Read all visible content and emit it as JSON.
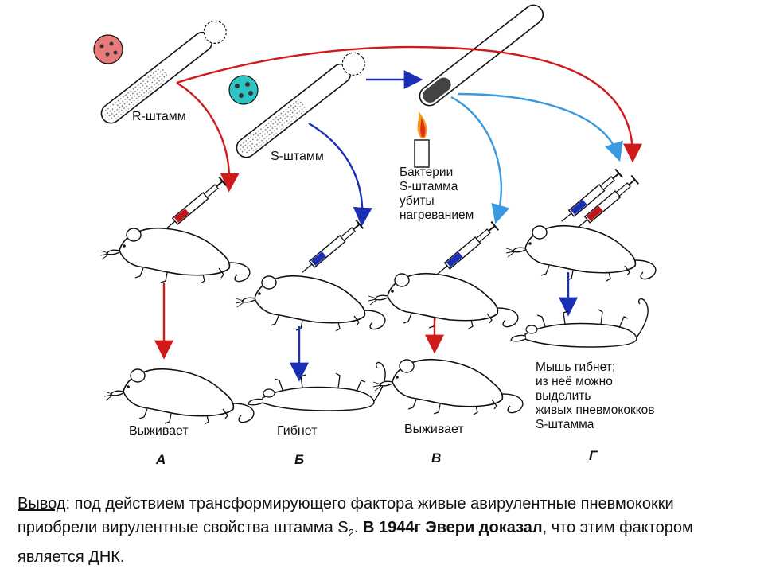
{
  "labels": {
    "r_strain": "R-штамм",
    "s_strain": "S-штамм",
    "heat_killed": "Бактерии\nS-штамма\nубиты\nнагреванием",
    "survives_a": "Выживает",
    "dies_b": "Гибнет",
    "survives_c": "Выживает",
    "dies_d": "Мышь гибнет;\nиз неё можно\nвыделить\nживых пневмококков\nS-штамма"
  },
  "cases": [
    "А",
    "Б",
    "В",
    "Г"
  ],
  "conclusion": {
    "heading": "Вывод",
    "part1": ": под действием трансформирующего фактора живые авирулентные пневмококки приобрели вирулентные свойства штамма S",
    "sub": "2",
    "part2": ". ",
    "bold1": "В 1944г Эвери доказал",
    "part3": ", что этим фактором  является ДНК."
  },
  "colors": {
    "red_arrow": "#d01a1a",
    "blue_arrow": "#1a2fb5",
    "light_blue_arrow": "#3a9ae0",
    "r_colony": "#e87a7a",
    "s_colony": "#2ec4c4"
  }
}
